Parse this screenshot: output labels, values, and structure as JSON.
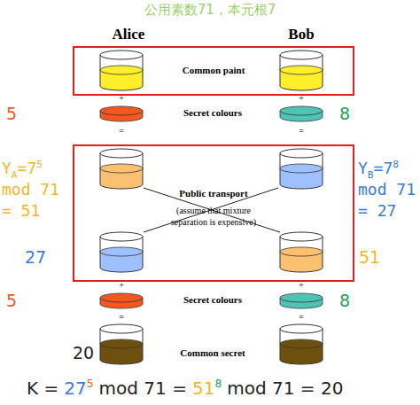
{
  "diagram": {
    "title": "公用素数71，本元根7",
    "nodes": [
      {
        "text": [
          "Common paint"
        ]
      },
      {
        "text": [
          "Public transport",
          "(assume that mixture separation is expensive)"
        ]
      }
    ],
    "labels": [
      "Alice",
      "Bob",
      "+",
      "+",
      "5",
      "Secret colours",
      "8",
      "=",
      "=",
      "Y",
      "A",
      "=7",
      "5",
      "mod 71",
      "= 51",
      "Y",
      "B",
      "=7",
      "8",
      "mod 71",
      "= 27",
      "27",
      "51",
      "+",
      "+",
      "5",
      "Secret colours",
      "8",
      "=",
      "=",
      "20",
      "Common secret",
      "K =",
      "27",
      "5",
      "mod 71 =",
      "51",
      "8",
      "mod 71 = 20"
    ]
  }
}
